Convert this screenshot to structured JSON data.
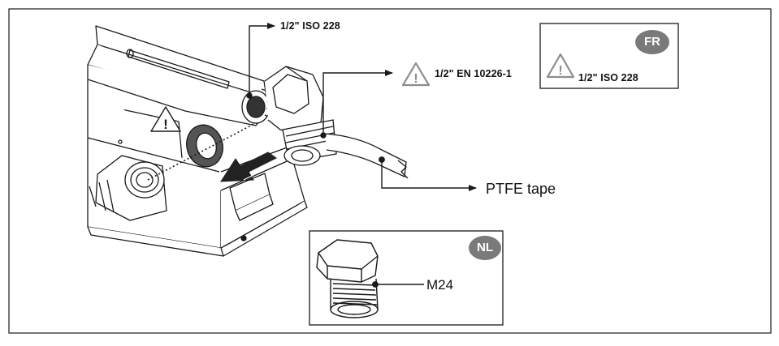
{
  "labels": {
    "iso_top": "1/2\" ISO 228",
    "en_middle": "1/2\" EN 10226-1",
    "ptfe": "PTFE tape",
    "m24": "M24"
  },
  "fr_box": {
    "badge": "FR",
    "label": "1/2\" ISO 228"
  },
  "nl_box": {
    "badge": "NL"
  },
  "icons": [
    "warning-triangle-icon",
    "arrow-icon"
  ],
  "colors": {
    "line": "#1a1a1a",
    "badge_fill": "#7a7a7a",
    "warning_gray": "#8c8c8c",
    "arrow_dark": "#222222"
  }
}
